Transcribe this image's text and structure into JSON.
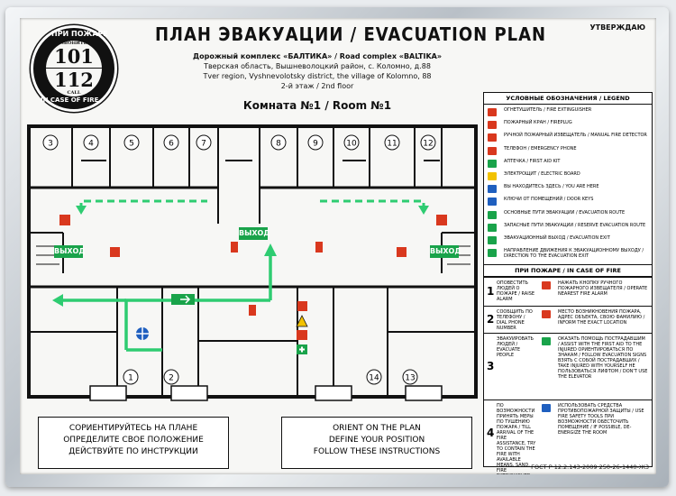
{
  "header": {
    "title": "ПЛАН ЭВАКУАЦИИ / EVACUATION PLAN",
    "approve": "УТВЕРЖДАЮ",
    "complex": "Дорожный комплекс «БАЛТИКА» / Road complex «BALTIKA»",
    "address_ru": "Тверская область, Вышневолоцкий район, с. Коломно, д.88",
    "address_en": "Tver region, Vyshnevolotsky district, the village of Kolomno, 88",
    "floor": "2-й этаж / 2nd floor",
    "room": "Комната №1 / Room №1"
  },
  "badge": {
    "top": "ПРИ ПОЖАРЕ",
    "call": "ЗВОНИТЬ",
    "n1": "101",
    "n2": "112",
    "call_en": "CALL",
    "bottom": "IN CASE OF FIRE"
  },
  "plan": {
    "rooms_top": [
      "3",
      "4",
      "5",
      "6",
      "7",
      "8",
      "9",
      "10",
      "11",
      "12"
    ],
    "rooms_bottom": [
      "1",
      "2",
      "14",
      "13"
    ],
    "exit_label": "ВЫХОД"
  },
  "legend": {
    "title": "УСЛОВНЫЕ ОБОЗНАЧЕНИЯ / LEGEND",
    "items": [
      {
        "text": "ОГНЕТУШИТЕЛЬ / FIRE EXTINGUISHER",
        "color": "#d9381e"
      },
      {
        "text": "ПОЖАРНЫЙ КРАН / FIREPLUG",
        "color": "#d9381e"
      },
      {
        "text": "РУЧНОЙ ПОЖАРНЫЙ ИЗВЕЩАТЕЛЬ / MANUAL FIRE DETECTOR",
        "color": "#d9381e"
      },
      {
        "text": "ТЕЛЕФОН / EMERGENCY PHONE",
        "color": "#d9381e"
      },
      {
        "text": "АПТЕЧКА / FIRST AID KIT",
        "color": "#19a34a"
      },
      {
        "text": "ЭЛЕКТРОЩИТ / ELECTRIC BOARD",
        "color": "#f2c200"
      },
      {
        "text": "ВЫ НАХОДИТЕСЬ ЗДЕСЬ / YOU ARE HERE",
        "color": "#1f5fbf"
      },
      {
        "text": "КЛЮЧИ ОТ ПОМЕЩЕНИЙ / DOOR KEYS",
        "color": "#1f5fbf"
      },
      {
        "text": "ОСНОВНЫЕ ПУТИ ЭВАКУАЦИИ / EVACUATION ROUTE",
        "color": "#19a34a"
      },
      {
        "text": "ЗАПАСНЫЕ ПУТИ ЭВАКУАЦИИ / RESERVE EVACUATION ROUTE",
        "color": "#19a34a"
      },
      {
        "text": "ЭВАКУАЦИОННЫЙ ВЫХОД / EVACUATION EXIT",
        "color": "#19a34a"
      },
      {
        "text": "НАПРАВЛЕНИЕ ДВИЖЕНИЯ К ЭВАКУАЦИОННОМУ ВЫХОДУ / DIRECTION TO THE EVACUATION EXIT",
        "color": "#19a34a"
      }
    ],
    "fire_title": "ПРИ ПОЖАРЕ / IN CASE OF FIRE",
    "steps": [
      {
        "num": "1",
        "action": "ОПОВЕСТИТЬ ЛЮДЕЙ О ПОЖАРЕ / RAISE ALARM",
        "desc": "НАЖАТЬ КНОПКУ РУЧНОГО ПОЖАРНОГО ИЗВЕЩАТЕЛЯ / OPERATE NEAREST FIRE ALARM",
        "color": "#d9381e"
      },
      {
        "num": "2",
        "action": "СООБЩИТЬ ПО ТЕЛЕФОНУ / DIAL PHONE NUMBER",
        "desc": "МЕСТО ВОЗНИКНОВЕНИЯ ПОЖАРА, АДРЕС ОБЪЕКТА, СВОЮ ФАМИЛИЮ / INFORM THE EXACT LOCATION",
        "color": "#d9381e"
      },
      {
        "num": "3",
        "action": "ЭВАКУИРОВАТЬ ЛЮДЕЙ / EVACUATE PEOPLE",
        "desc": "ОКАЗАТЬ ПОМОЩЬ ПОСТРАДАВШИМ / ASSIST WITH THE FIRST AID TO THE INJURED ОРИЕНТИРОВАТЬСЯ ПО ЗНАКАМ / FOLLOW EVACUATION SIGNS ВЗЯТЬ С СОБОЙ ПОСТРАДАВШИХ / TAKE INJURED WITH YOURSELF НЕ ПОЛЬЗОВАТЬСЯ ЛИФТОМ / DON'T USE THE ELEVATOR",
        "color": "#19a34a"
      },
      {
        "num": "4",
        "action": "ПО ВОЗМОЖНОСТИ ПРИНЯТЬ МЕРЫ ПО ТУШЕНИЮ ПОЖАРА / TILL ARRIVAL OF THE FIRE ASSISTANCE, TRY TO CONTAIN THE FIRE WITH AVAILABLE MEANS, SAND, FIRE EXTINGUISHER",
        "desc": "ИСПОЛЬЗОВАТЬ СРЕДСТВА ПРОТИВОПОЖАРНОЙ ЗАЩИТЫ / USE FIRE SAFETY TOOLS ПРИ ВОЗМОЖНОСТИ ОБЕСТОЧИТЬ ПОМЕЩЕНИЕ / IF POSSIBLE, DE-ENERGIZE THE ROOM",
        "color": "#1f5fbf"
      }
    ]
  },
  "instructions_ru": [
    "СОРИЕНТИРУЙТЕСЬ НА ПЛАНЕ",
    "ОПРЕДЕЛИТЕ СВОЕ ПОЛОЖЕНИЕ",
    "ДЕЙСТВУЙТЕ ПО ИНСТРУКЦИИ"
  ],
  "instructions_en": [
    "ORIENT ON THE PLAN",
    "DEFINE YOUR POSITION",
    "FOLLOW THESE INSTRUCTIONS"
  ],
  "footer": "ГОСТ Р 12.2.143-2009 250-26-1440-Ж3",
  "colors": {
    "exit": "#19a34a",
    "fire": "#d9381e",
    "blue": "#1f5fbf",
    "route": "#2ecc71"
  }
}
